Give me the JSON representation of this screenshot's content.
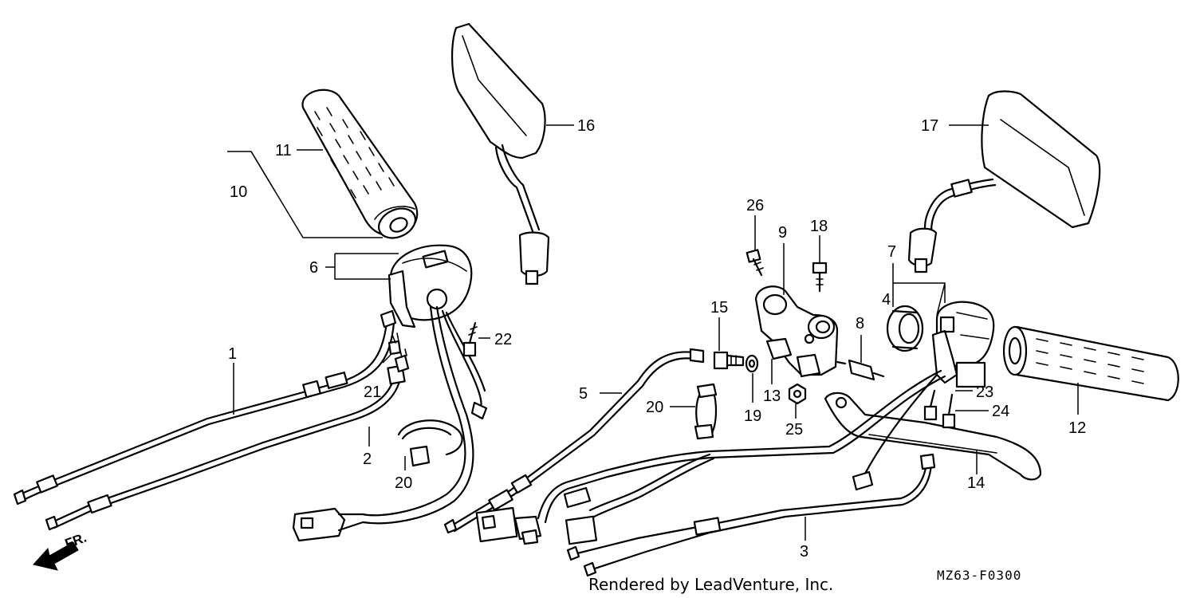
{
  "callouts": {
    "c1": "1",
    "c2": "2",
    "c3": "3",
    "c4": "4",
    "c5": "5",
    "c6": "6",
    "c7": "7",
    "c8": "8",
    "c9": "9",
    "c10": "10",
    "c11": "11",
    "c12": "12",
    "c13": "13",
    "c14": "14",
    "c15": "15",
    "c16": "16",
    "c17": "17",
    "c18": "18",
    "c19": "19",
    "c20a": "20",
    "c20b": "20",
    "c21": "21",
    "c22": "22",
    "c23": "23",
    "c24": "24",
    "c25": "25",
    "c26": "26"
  },
  "direction_label": "FR.",
  "footer": {
    "credit": "Rendered by LeadVenture, Inc.",
    "diagram_code": "MZ63-F0300"
  }
}
